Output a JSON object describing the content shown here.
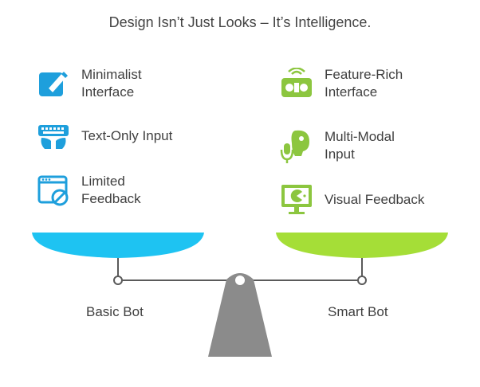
{
  "title": "Design Isn’t Just Looks – It’s Intelligence.",
  "left": {
    "label": "Basic Bot",
    "items": [
      {
        "label": "Minimalist\nInterface",
        "icon": "pencil-edit-icon"
      },
      {
        "label": "Text-Only Input",
        "icon": "keyboard-hands-icon"
      },
      {
        "label": "Limited\nFeedback",
        "icon": "blocked-window-icon"
      }
    ]
  },
  "right": {
    "label": "Smart Bot",
    "items": [
      {
        "label": "Feature-Rich\nInterface",
        "icon": "radio-device-icon"
      },
      {
        "label": "Multi-Modal\nInput",
        "icon": "voice-microphone-icon"
      },
      {
        "label": "Visual Feedback",
        "icon": "monitor-chart-icon"
      }
    ]
  },
  "colors": {
    "left_pan": "#1ec3f2",
    "right_pan": "#a5de37",
    "blue_icon": "#1e9fdc",
    "green_icon": "#8cc63f",
    "fulcrum": "#8b8b8b",
    "beam": "#5a5a5a"
  }
}
